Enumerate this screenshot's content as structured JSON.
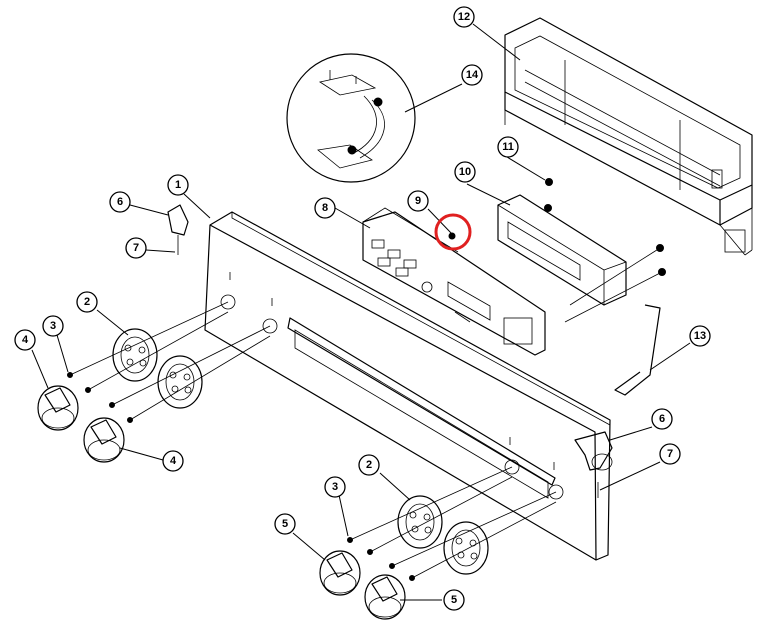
{
  "diagram": {
    "type": "exploded-parts-view",
    "callouts": [
      {
        "id": "c1",
        "label": "1"
      },
      {
        "id": "c2a",
        "label": "2"
      },
      {
        "id": "c2b",
        "label": "2"
      },
      {
        "id": "c3a",
        "label": "3"
      },
      {
        "id": "c3b",
        "label": "3"
      },
      {
        "id": "c4a",
        "label": "4"
      },
      {
        "id": "c4b",
        "label": "4"
      },
      {
        "id": "c5a",
        "label": "5"
      },
      {
        "id": "c5b",
        "label": "5"
      },
      {
        "id": "c6a",
        "label": "6"
      },
      {
        "id": "c6b",
        "label": "6"
      },
      {
        "id": "c7a",
        "label": "7"
      },
      {
        "id": "c7b",
        "label": "7"
      },
      {
        "id": "c8",
        "label": "8"
      },
      {
        "id": "c9",
        "label": "9"
      },
      {
        "id": "c10",
        "label": "10"
      },
      {
        "id": "c11",
        "label": "11"
      },
      {
        "id": "c12",
        "label": "12"
      },
      {
        "id": "c13",
        "label": "13"
      },
      {
        "id": "c14",
        "label": "14"
      }
    ],
    "highlight": {
      "target": "9",
      "color": "#e02020"
    },
    "line_color": "#000000"
  }
}
